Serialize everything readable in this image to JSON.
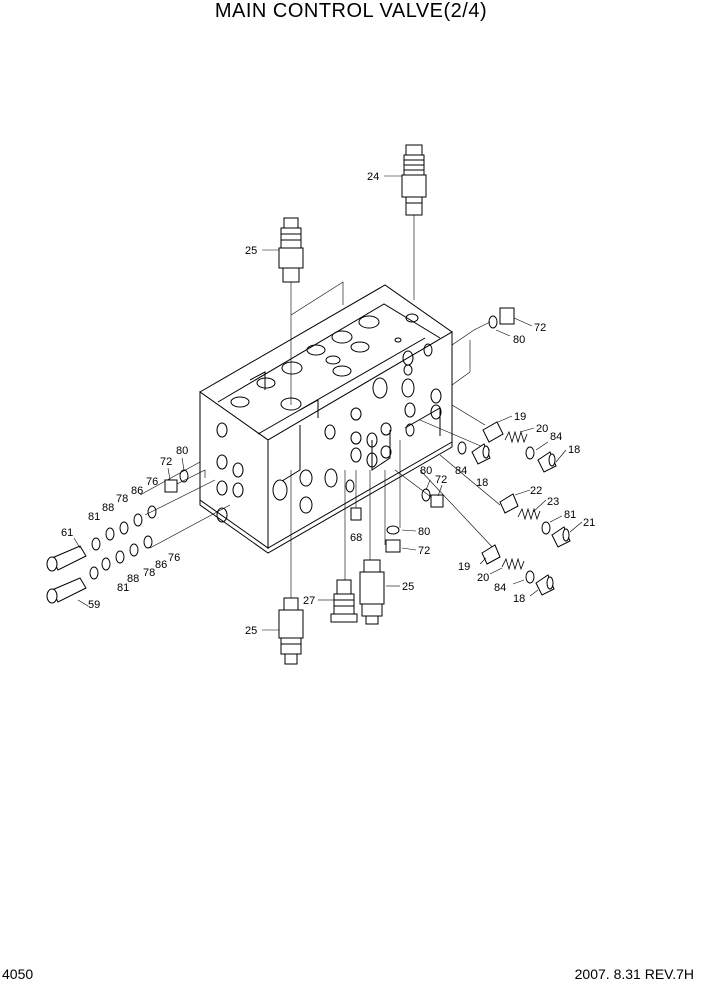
{
  "page": {
    "title": "MAIN CONTROL VALVE(2/4)",
    "page_number": "4050",
    "revision": "2007. 8.31  REV.7H"
  },
  "callouts": [
    {
      "id": "c24",
      "label": "24"
    },
    {
      "id": "c25a",
      "label": "25"
    },
    {
      "id": "c72a",
      "label": "72"
    },
    {
      "id": "c80a",
      "label": "80"
    },
    {
      "id": "c19a",
      "label": "19"
    },
    {
      "id": "c20a",
      "label": "20"
    },
    {
      "id": "c84a",
      "label": "84"
    },
    {
      "id": "c18a",
      "label": "18"
    },
    {
      "id": "c84b",
      "label": "84"
    },
    {
      "id": "c18b",
      "label": "18"
    },
    {
      "id": "c80b",
      "label": "80"
    },
    {
      "id": "c72b",
      "label": "72"
    },
    {
      "id": "c22",
      "label": "22"
    },
    {
      "id": "c23",
      "label": "23"
    },
    {
      "id": "c81a",
      "label": "81"
    },
    {
      "id": "c21",
      "label": "21"
    },
    {
      "id": "c80c",
      "label": "80"
    },
    {
      "id": "c72c",
      "label": "72"
    },
    {
      "id": "c19b",
      "label": "19"
    },
    {
      "id": "c20b",
      "label": "20"
    },
    {
      "id": "c84c",
      "label": "84"
    },
    {
      "id": "c18c",
      "label": "18"
    },
    {
      "id": "c25b",
      "label": "25"
    },
    {
      "id": "c27",
      "label": "27"
    },
    {
      "id": "c68",
      "label": "68"
    },
    {
      "id": "c25c",
      "label": "25"
    },
    {
      "id": "c80d",
      "label": "80"
    },
    {
      "id": "c72d",
      "label": "72"
    },
    {
      "id": "c76a",
      "label": "76"
    },
    {
      "id": "c86a",
      "label": "86"
    },
    {
      "id": "c78a",
      "label": "78"
    },
    {
      "id": "c88a",
      "label": "88"
    },
    {
      "id": "c81b",
      "label": "81"
    },
    {
      "id": "c61",
      "label": "61"
    },
    {
      "id": "c76b",
      "label": "76"
    },
    {
      "id": "c86b",
      "label": "86"
    },
    {
      "id": "c78b",
      "label": "78"
    },
    {
      "id": "c88b",
      "label": "88"
    },
    {
      "id": "c81c",
      "label": "81"
    },
    {
      "id": "c59",
      "label": "59"
    }
  ]
}
